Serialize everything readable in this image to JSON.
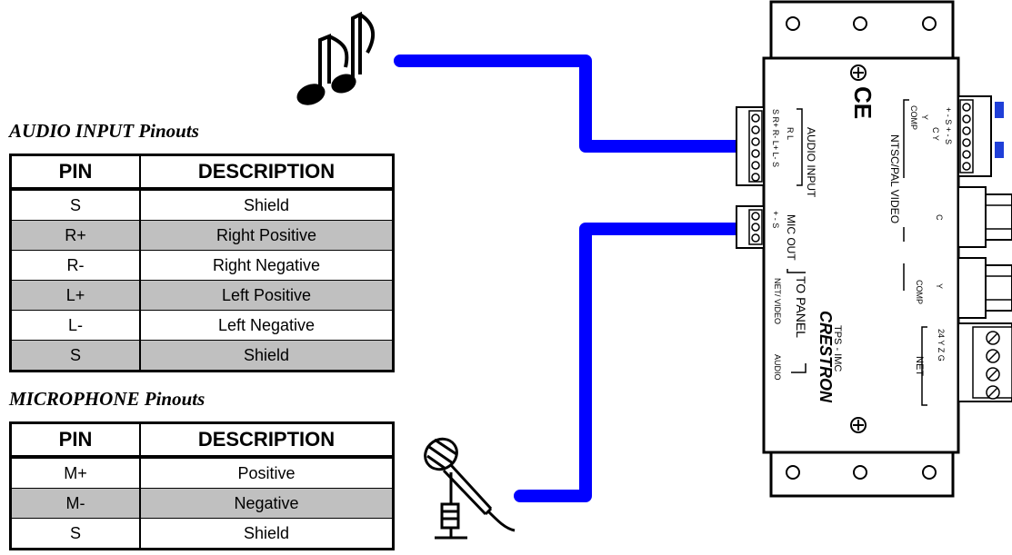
{
  "audio_section": {
    "title": "AUDIO INPUT Pinouts",
    "headers": {
      "pin": "PIN",
      "description": "DESCRIPTION"
    },
    "rows": [
      {
        "pin": "S",
        "description": "Shield",
        "shaded": false
      },
      {
        "pin": "R+",
        "description": "Right Positive",
        "shaded": true
      },
      {
        "pin": "R-",
        "description": "Right Negative",
        "shaded": false
      },
      {
        "pin": "L+",
        "description": "Left Positive",
        "shaded": true
      },
      {
        "pin": "L-",
        "description": "Left Negative",
        "shaded": false
      },
      {
        "pin": "S",
        "description": "Shield",
        "shaded": true
      }
    ]
  },
  "mic_section": {
    "title": "MICROPHONE Pinouts",
    "headers": {
      "pin": "PIN",
      "description": "DESCRIPTION"
    },
    "rows": [
      {
        "pin": "M+",
        "description": "Positive",
        "shaded": false
      },
      {
        "pin": "M-",
        "description": "Negative",
        "shaded": true
      },
      {
        "pin": "S",
        "description": "Shield",
        "shaded": false
      }
    ]
  },
  "device": {
    "brand": "CRESTRON",
    "model": "TPS - IMC",
    "ce_mark": "CE",
    "audio_input_label": "AUDIO INPUT",
    "audio_input_pins": "S  R+  R-  L+  L-  S",
    "audio_channel_labels": "R    L",
    "mic_out_label": "MIC OUT",
    "mic_out_pins": "+  -  S",
    "to_panel_label": "TO PANEL",
    "net_video_label": "NET/ VIDEO",
    "audio_small_label": "AUDIO",
    "ntsc_label": "NTSC/PAL VIDEO",
    "comp_top_label": "COMP",
    "comp_y_label": "Y",
    "comp_pins": "+  -  S  +  -  S",
    "comp_group_label": "C     Y",
    "bnc_c_label": "C",
    "comp_label": "COMP",
    "bnc_y_label": "Y",
    "net_label": "NET",
    "net_pins": "24  Y  Z  G"
  },
  "icons": {
    "music": "music-notes-icon",
    "mic": "microphone-icon"
  },
  "colors": {
    "cable": "#0000ff",
    "row_shade": "#c0c0c0",
    "connector_blue": "#1f3fd8"
  }
}
